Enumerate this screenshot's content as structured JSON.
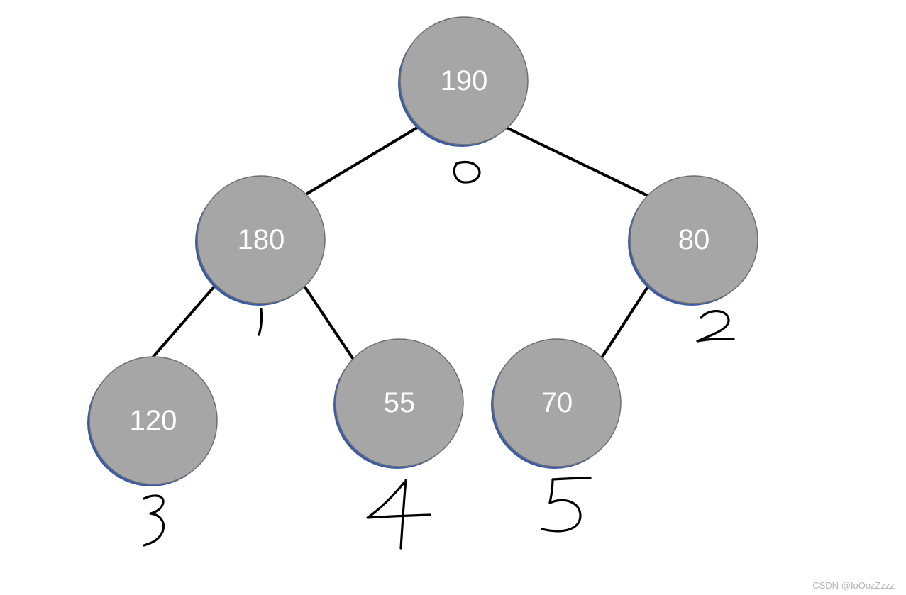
{
  "nodes": [
    {
      "id": "n0",
      "value": "190",
      "index": "0"
    },
    {
      "id": "n1",
      "value": "180",
      "index": "1"
    },
    {
      "id": "n2",
      "value": "80",
      "index": "2"
    },
    {
      "id": "n3",
      "value": "120",
      "index": "3"
    },
    {
      "id": "n4",
      "value": "55",
      "index": "4"
    },
    {
      "id": "n5",
      "value": "70",
      "index": "5"
    }
  ],
  "edges": [
    {
      "from": "n0",
      "to": "n1"
    },
    {
      "from": "n0",
      "to": "n2"
    },
    {
      "from": "n1",
      "to": "n3"
    },
    {
      "from": "n1",
      "to": "n4"
    },
    {
      "from": "n2",
      "to": "n5"
    }
  ],
  "colors": {
    "node_fill": "#a6a6a6",
    "node_stroke": "#6f6f6f",
    "node_shadow": "#3a5ba8",
    "node_text": "#ffffff",
    "edge": "#000000",
    "index_ink": "#000000"
  },
  "watermark": "CSDN @IoOozZzzz"
}
